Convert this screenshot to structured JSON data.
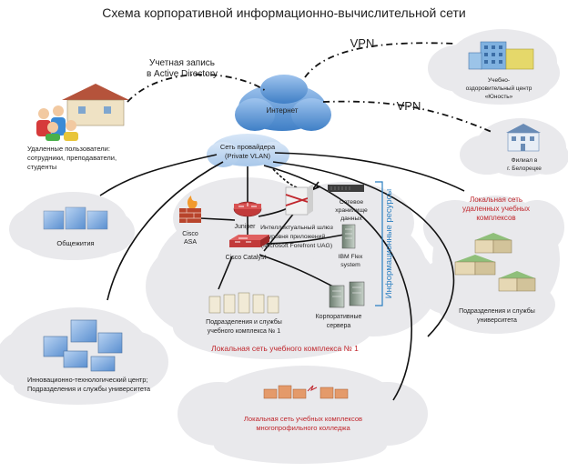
{
  "title": "Схема корпоративной информационно-вычислительной сети",
  "vpn_top": "VPN",
  "vpn_mid": "VPN",
  "active_directory": [
    "Учетная запись",
    "в Active Directory"
  ],
  "internet": "Интернет",
  "provider": [
    "Сеть провайдера",
    "(Private VLAN)"
  ],
  "remote_users": [
    "Удаленные пользователи:",
    "сотрудники, преподаватели,",
    "студенты"
  ],
  "health_center": [
    "Учебно-",
    "оздоровительный центр",
    "«Юность»"
  ],
  "branch": [
    "Филиал в",
    "г. Белорецке"
  ],
  "dorms": "Общежития",
  "juniper": "Juniper",
  "cisco_asa": [
    "Cisco",
    "ASA"
  ],
  "uag": [
    "Интеллектуальный шлюз",
    "уровня приложений",
    "(Microsoft Forefront UAG)"
  ],
  "storage": [
    "Сетевое",
    "хранилище",
    "данных"
  ],
  "ibm_flex": [
    "IBM Flex",
    "system"
  ],
  "info_resources": "Информационные ресурсы",
  "cisco_catalyst": "Cisco Catalyst",
  "subdivisions": [
    "Подразделения и службы",
    "учебного комплекса № 1"
  ],
  "corp_servers": [
    "Корпоративные",
    "сервера"
  ],
  "lan_complex": "Локальная сеть учебного комплекса № 1",
  "innovation_center": [
    "Инновационно-технологический центр;",
    "Подразделения и службы университета"
  ],
  "remote_complexes": [
    "Локальная сеть",
    "удаленных учебных",
    "комплексов"
  ],
  "university_services": [
    "Подразделения и службы",
    "университета"
  ],
  "college": [
    "Локальная сеть учебных комплексов",
    "многопрофильного колледжа"
  ],
  "colors": {
    "label_red": "#c0262c",
    "info_blue": "#2a7fc1",
    "internet_cloud": "#5d94d3",
    "local_cloud": "#e9e9ec"
  }
}
